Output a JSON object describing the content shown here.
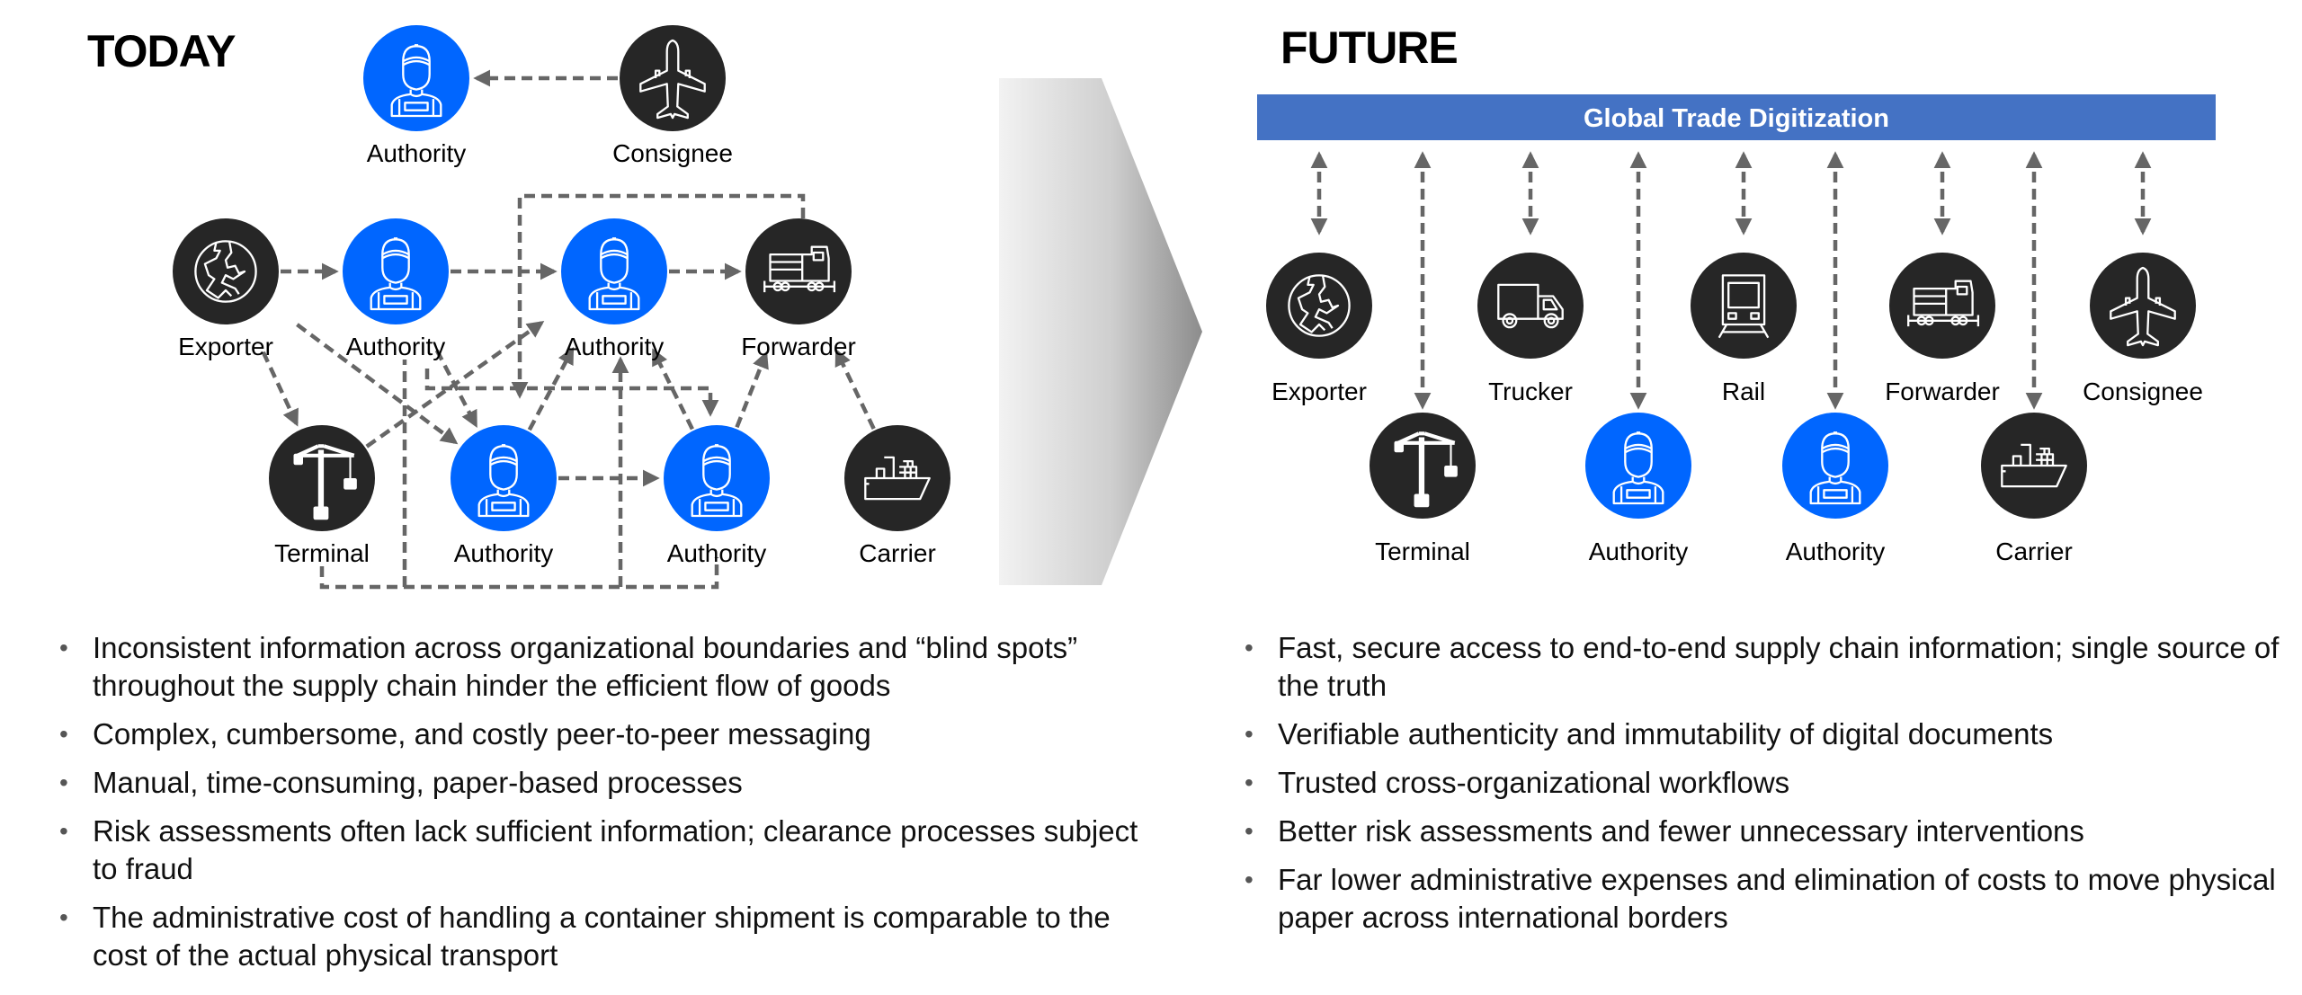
{
  "today": {
    "title": "TODAY",
    "nodes": [
      {
        "id": "t_auth_top",
        "label": "Authority",
        "kind": "authority",
        "icon": "worker-icon"
      },
      {
        "id": "t_consignee",
        "label": "Consignee",
        "kind": "party",
        "icon": "airplane-icon"
      },
      {
        "id": "t_exporter",
        "label": "Exporter",
        "kind": "party",
        "icon": "globe-icon"
      },
      {
        "id": "t_auth_1",
        "label": "Authority",
        "kind": "authority",
        "icon": "worker-icon"
      },
      {
        "id": "t_auth_2",
        "label": "Authority",
        "kind": "authority",
        "icon": "worker-icon"
      },
      {
        "id": "t_forwarder",
        "label": "Forwarder",
        "kind": "party",
        "icon": "locomotive-icon"
      },
      {
        "id": "t_terminal",
        "label": "Terminal",
        "kind": "party",
        "icon": "crane-icon"
      },
      {
        "id": "t_auth_3",
        "label": "Authority",
        "kind": "authority",
        "icon": "worker-icon"
      },
      {
        "id": "t_auth_4",
        "label": "Authority",
        "kind": "authority",
        "icon": "worker-icon"
      },
      {
        "id": "t_carrier",
        "label": "Carrier",
        "kind": "party",
        "icon": "ship-icon"
      }
    ],
    "edges": [
      {
        "from": "t_consignee",
        "to": "t_auth_top"
      },
      {
        "from": "t_exporter",
        "to": "t_auth_1"
      },
      {
        "from": "t_auth_1",
        "to": "t_auth_2"
      },
      {
        "from": "t_auth_2",
        "to": "t_forwarder"
      },
      {
        "from": "t_exporter",
        "to": "t_terminal"
      },
      {
        "from": "t_exporter",
        "to": "t_auth_3"
      },
      {
        "from": "t_auth_1",
        "to": "t_auth_3"
      },
      {
        "from": "t_terminal",
        "to": "t_auth_2"
      },
      {
        "from": "t_auth_3",
        "to": "t_auth_2"
      },
      {
        "from": "t_auth_3",
        "to": "t_auth_4"
      },
      {
        "from": "t_auth_4",
        "to": "t_auth_2"
      },
      {
        "from": "t_auth_4",
        "to": "t_forwarder"
      },
      {
        "from": "t_carrier",
        "to": "t_forwarder"
      },
      {
        "from": "t_forwarder",
        "to": "t_auth_3",
        "routed": true
      },
      {
        "from": "t_auth_1",
        "to": "t_auth_4",
        "routed": true
      },
      {
        "from": "t_terminal",
        "to": "t_auth_2",
        "routed": true
      }
    ],
    "bullets": [
      "Inconsistent information across organizational boundaries and “blind spots” throughout the supply chain hinder the efficient flow of goods",
      "Complex, cumbersome, and costly peer-to-peer messaging",
      "Manual, time-consuming, paper-based processes",
      "Risk assessments often lack sufficient information; clearance processes subject to fraud",
      "The administrative cost of handling a container shipment is comparable to the cost of the actual physical transport"
    ]
  },
  "future": {
    "title": "FUTURE",
    "platform_label": "Global Trade Digitization",
    "nodes": [
      {
        "id": "f_exporter",
        "label": "Exporter",
        "kind": "party",
        "icon": "globe-icon",
        "row": "upper"
      },
      {
        "id": "f_terminal",
        "label": "Terminal",
        "kind": "party",
        "icon": "crane-icon",
        "row": "lower"
      },
      {
        "id": "f_trucker",
        "label": "Trucker",
        "kind": "party",
        "icon": "truck-icon",
        "row": "upper"
      },
      {
        "id": "f_auth_1",
        "label": "Authority",
        "kind": "authority",
        "icon": "worker-icon",
        "row": "lower"
      },
      {
        "id": "f_rail",
        "label": "Rail",
        "kind": "party",
        "icon": "train-icon",
        "row": "upper"
      },
      {
        "id": "f_auth_2",
        "label": "Authority",
        "kind": "authority",
        "icon": "worker-icon",
        "row": "lower"
      },
      {
        "id": "f_forwarder",
        "label": "Forwarder",
        "kind": "party",
        "icon": "locomotive-icon",
        "row": "upper"
      },
      {
        "id": "f_carrier",
        "label": "Carrier",
        "kind": "party",
        "icon": "ship-icon",
        "row": "lower"
      },
      {
        "id": "f_consignee",
        "label": "Consignee",
        "kind": "party",
        "icon": "airplane-icon",
        "row": "upper"
      }
    ],
    "bullets": [
      "Fast, secure access to end-to-end supply chain information; single source of the truth",
      "Verifiable authenticity and immutability of digital documents",
      "Trusted cross-organizational workflows",
      "Better risk assessments and fewer unnecessary interventions",
      "Far lower administrative expenses and elimination of costs to move physical paper across international borders"
    ]
  },
  "colors": {
    "authority": "#0066FF",
    "party": "#262626",
    "connector": "#666666",
    "platform": "#4472C4",
    "platform_text": "#ffffff",
    "transition_arrow_light": "#f2f2f2",
    "transition_arrow_dark": "#8c8c8c"
  }
}
